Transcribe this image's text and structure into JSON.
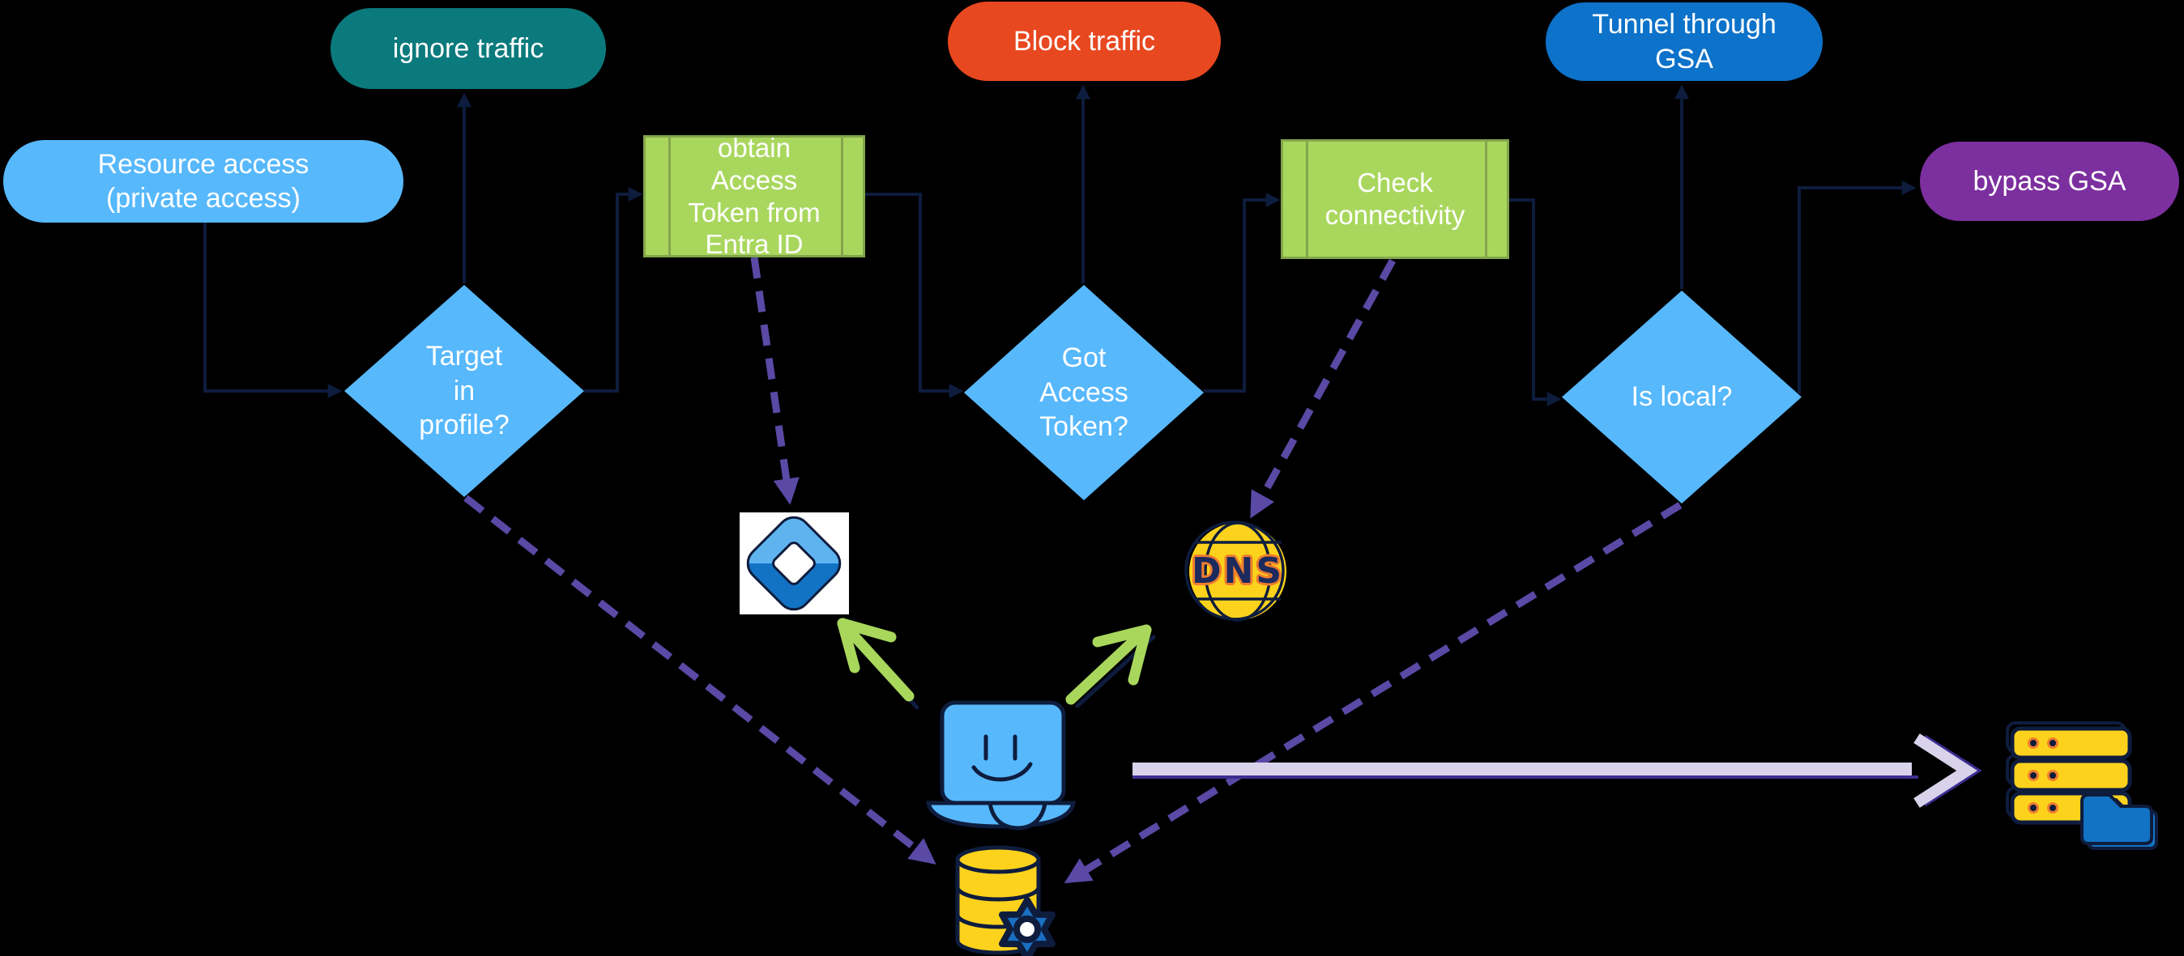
{
  "colors": {
    "background": "#000000",
    "teal": "#0b7a7d",
    "light_blue": "#57b8fc",
    "green": "#a9d75e",
    "green_border": "#83a64b",
    "red": "#e8481f",
    "blue": "#0d72c9",
    "purple": "#7c2f9e",
    "navy": "#0e1c3d",
    "dash_purple": "#5a49a5",
    "lavender": "#d8d2ea",
    "dark_purple": "#3d2d91",
    "yellow": "#fdd21c",
    "green_arrow": "#a8d75c",
    "folder_blue": "#1273c4",
    "gear_blue": "#1a6fc0",
    "orange": "#ef7d2e",
    "entra_light": "#5fb4f0",
    "entra_dark": "#1273c4",
    "dns_text": "#1c2a5e"
  },
  "nodes": {
    "resource_access": {
      "label": "Resource access\n(private access)"
    },
    "ignore_traffic": {
      "label": "ignore traffic"
    },
    "obtain_token": {
      "label": "obtain\nAccess\nToken from\nEntra ID"
    },
    "block_traffic": {
      "label": "Block traffic"
    },
    "check_connectivity": {
      "label": "Check\nconnectivity"
    },
    "tunnel_gsa": {
      "label": "Tunnel through\nGSA"
    },
    "bypass_gsa": {
      "label": "bypass GSA"
    },
    "target_in_profile": {
      "label": "Target\nin\nprofile?"
    },
    "got_access_token": {
      "label": "Got\nAccess\nToken?"
    },
    "is_local": {
      "label": "Is local?"
    }
  },
  "icons": {
    "dns_label": "DNS",
    "entra_id": "entra-id-logo",
    "laptop": "laptop-smiley",
    "database": "database-cylinder",
    "gear": "gear",
    "server": "server-stack",
    "folder": "folder",
    "dns_globe": "dns-globe"
  }
}
